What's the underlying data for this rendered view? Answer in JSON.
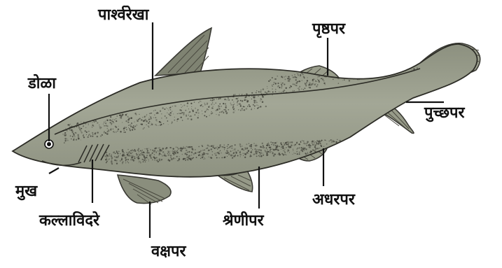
{
  "labels": {
    "lateral_line": "पार्श्वरेखा",
    "dorsal_fin": "पृष्ठपर",
    "eye": "डोळा",
    "caudal_fin": "पुच्छपर",
    "mouth": "मुख",
    "gill_slits": "कल्लाविदरे",
    "pelvic_fin": "श्रेणीपर",
    "anal_fin": "अधरपर",
    "pectoral_fin": "वक्षपर"
  },
  "colors": {
    "body": "#9ea291",
    "body_dark": "#7d816f",
    "fin": "#8f9383",
    "speckle": "#3b3b33",
    "outline": "#2c2c26",
    "label": "#111111"
  }
}
